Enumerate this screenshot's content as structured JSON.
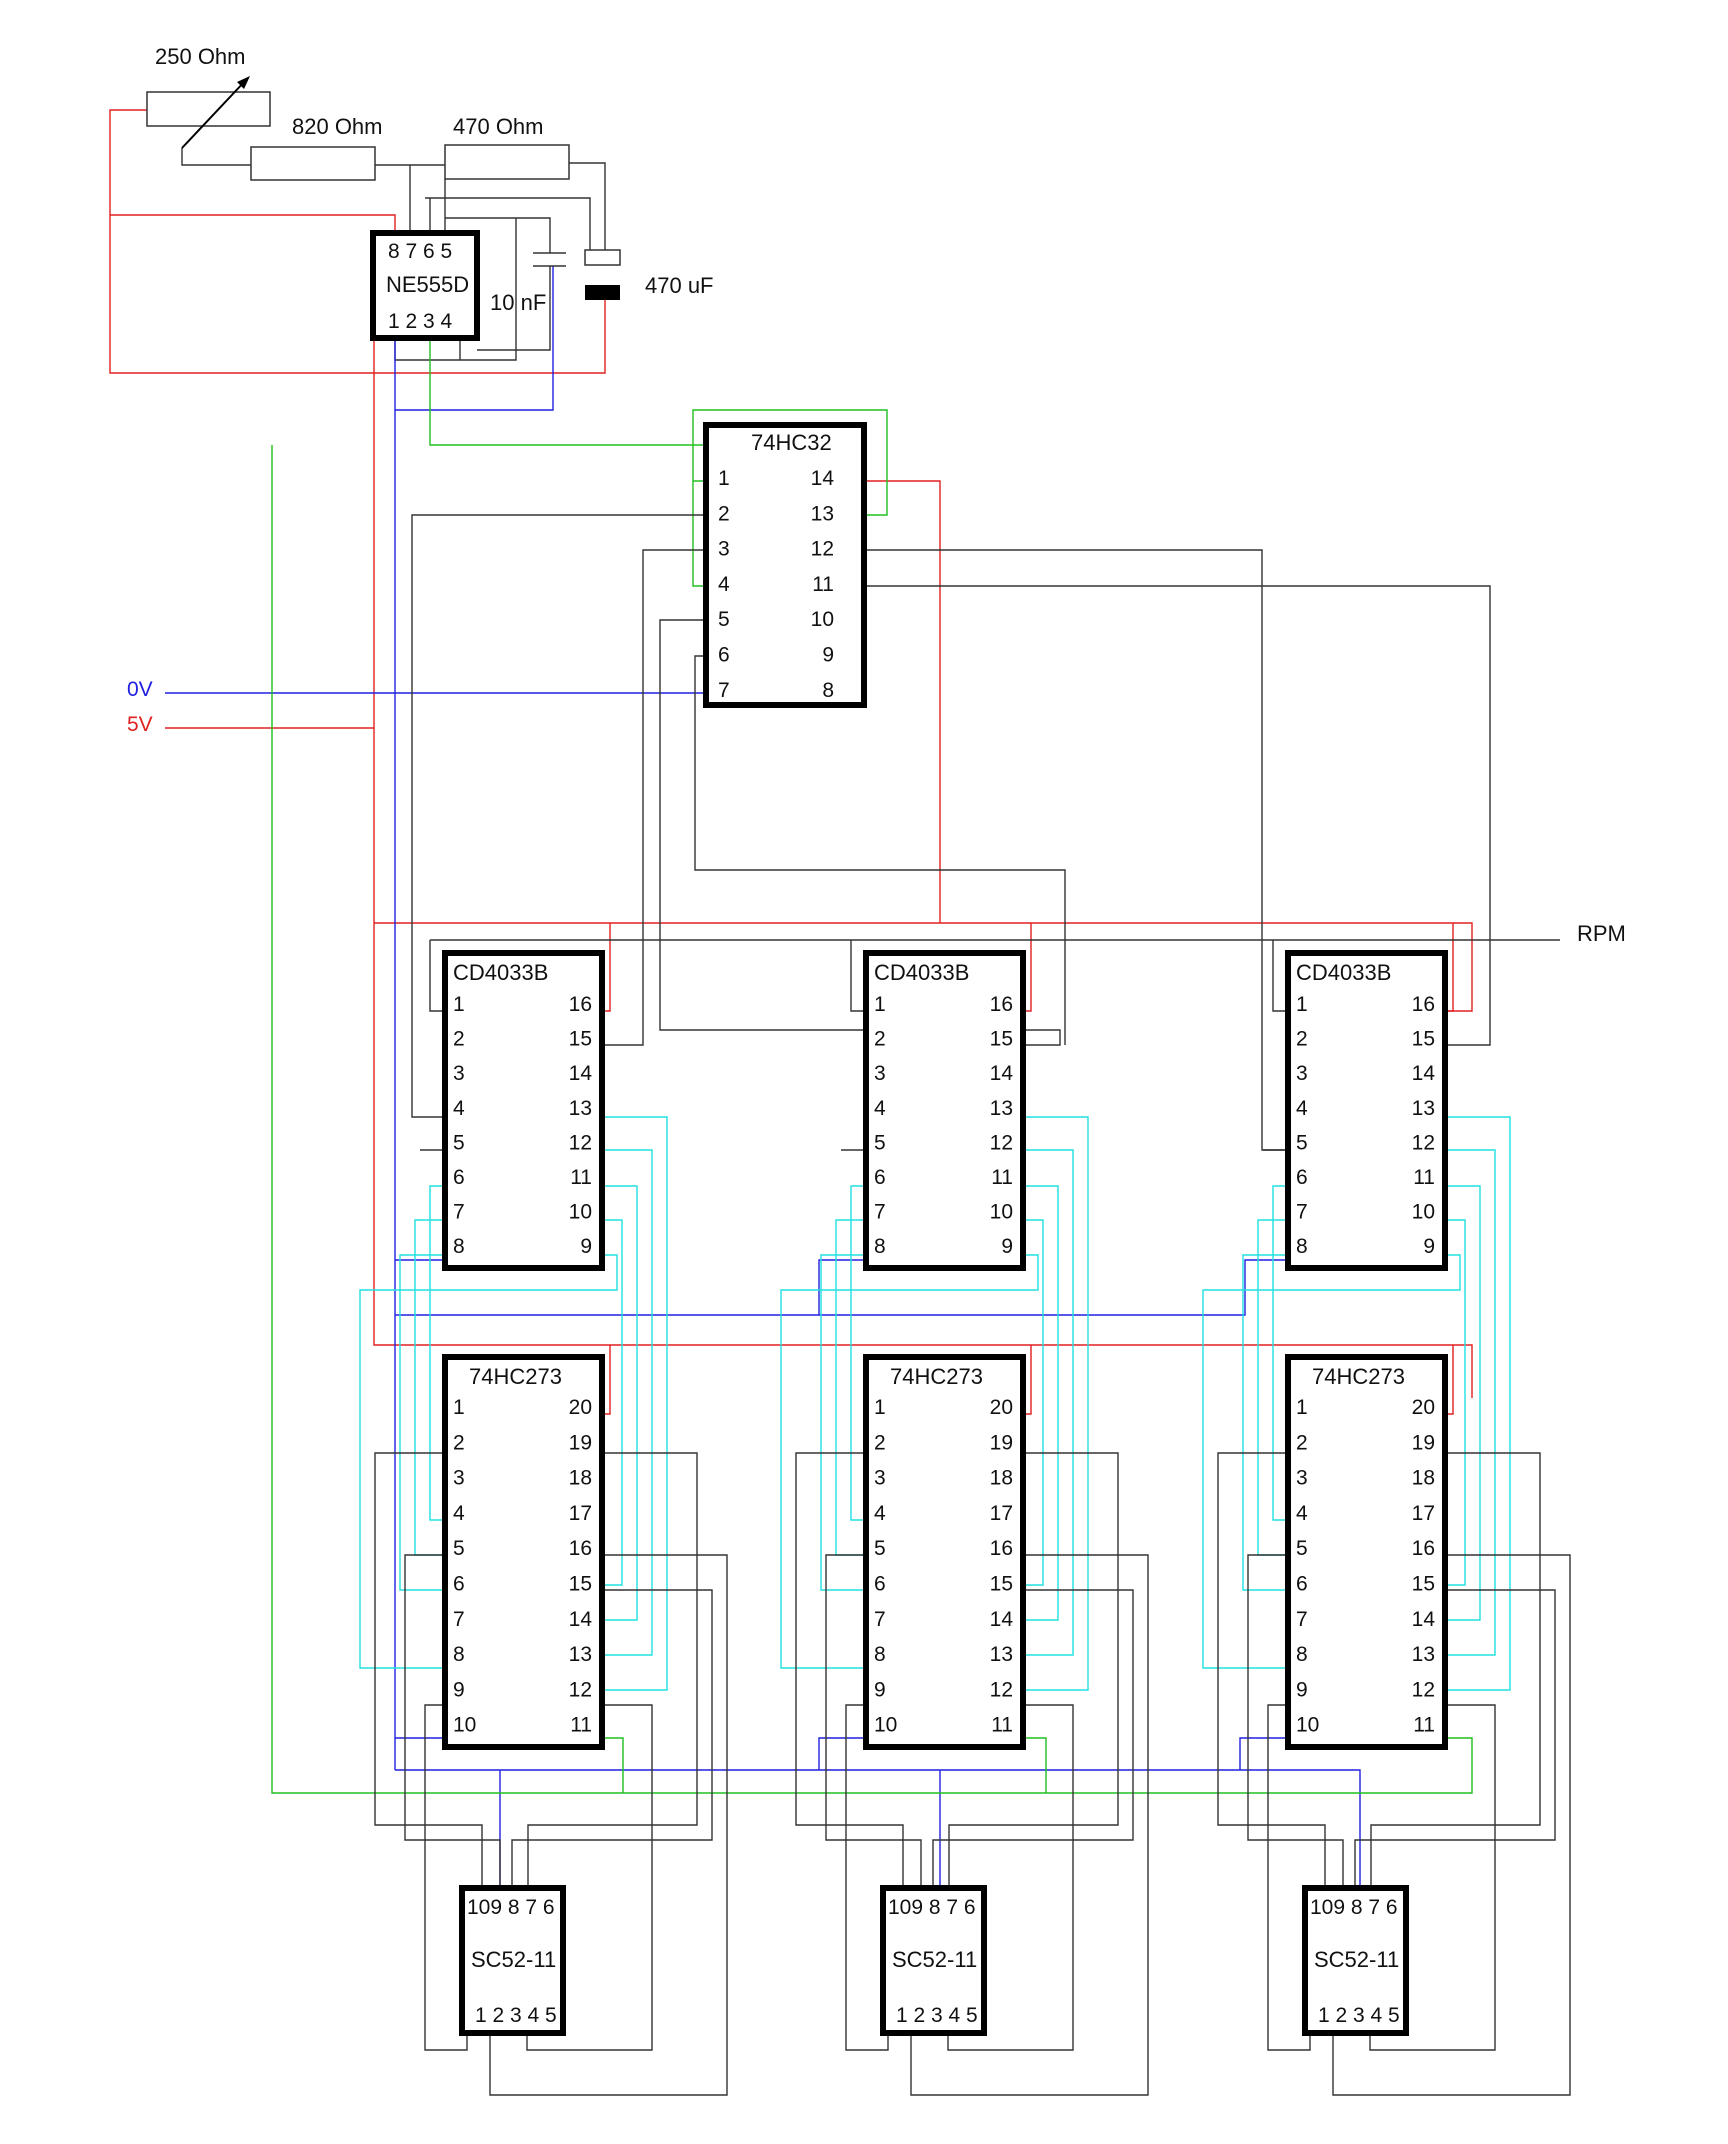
{
  "components": {
    "pot": "250 Ohm",
    "r1": "820 Ohm",
    "r2": "470 Ohm",
    "c1": "10 nF",
    "c2": "470 uF",
    "ne555": {
      "top": "8 7 6 5",
      "name": "NE555D",
      "bottom": "1 2 3 4"
    },
    "or_gate": {
      "name": "74HC32",
      "left": [
        "1",
        "2",
        "3",
        "4",
        "5",
        "6",
        "7"
      ],
      "right": [
        "14",
        "13",
        "12",
        "11",
        "10",
        "9",
        "8"
      ]
    },
    "counters": [
      {
        "name": "CD4033B",
        "left": [
          "1",
          "2",
          "3",
          "4",
          "5",
          "6",
          "7",
          "8"
        ],
        "right": [
          "16",
          "15",
          "14",
          "13",
          "12",
          "11",
          "10",
          "9"
        ]
      },
      {
        "name": "CD4033B",
        "left": [
          "1",
          "2",
          "3",
          "4",
          "5",
          "6",
          "7",
          "8"
        ],
        "right": [
          "16",
          "15",
          "14",
          "13",
          "12",
          "11",
          "10",
          "9"
        ]
      },
      {
        "name": "CD4033B",
        "left": [
          "1",
          "2",
          "3",
          "4",
          "5",
          "6",
          "7",
          "8"
        ],
        "right": [
          "16",
          "15",
          "14",
          "13",
          "12",
          "11",
          "10",
          "9"
        ]
      }
    ],
    "latches": [
      {
        "name": "74HC273",
        "left": [
          "1",
          "2",
          "3",
          "4",
          "5",
          "6",
          "7",
          "8",
          "9",
          "10"
        ],
        "right": [
          "20",
          "19",
          "18",
          "17",
          "16",
          "15",
          "14",
          "13",
          "12",
          "11"
        ]
      },
      {
        "name": "74HC273",
        "left": [
          "1",
          "2",
          "3",
          "4",
          "5",
          "6",
          "7",
          "8",
          "9",
          "10"
        ],
        "right": [
          "20",
          "19",
          "18",
          "17",
          "16",
          "15",
          "14",
          "13",
          "12",
          "11"
        ]
      },
      {
        "name": "74HC273",
        "left": [
          "1",
          "2",
          "3",
          "4",
          "5",
          "6",
          "7",
          "8",
          "9",
          "10"
        ],
        "right": [
          "20",
          "19",
          "18",
          "17",
          "16",
          "15",
          "14",
          "13",
          "12",
          "11"
        ]
      }
    ],
    "displays": [
      {
        "name": "SC52-11",
        "top": "109 8 7 6",
        "bottom": "1 2 3 4 5"
      },
      {
        "name": "SC52-11",
        "top": "109 8 7 6",
        "bottom": "1 2 3 4 5"
      },
      {
        "name": "SC52-11",
        "top": "109 8 7 6",
        "bottom": "1 2 3 4 5"
      }
    ]
  },
  "rails": {
    "gnd": "0V",
    "vcc": "5V",
    "output": "RPM"
  },
  "colors": {
    "vcc": "#e02020",
    "gnd": "#2020e0",
    "clock": "#20c020",
    "data": "#20e0e0",
    "signal": "#333333"
  }
}
